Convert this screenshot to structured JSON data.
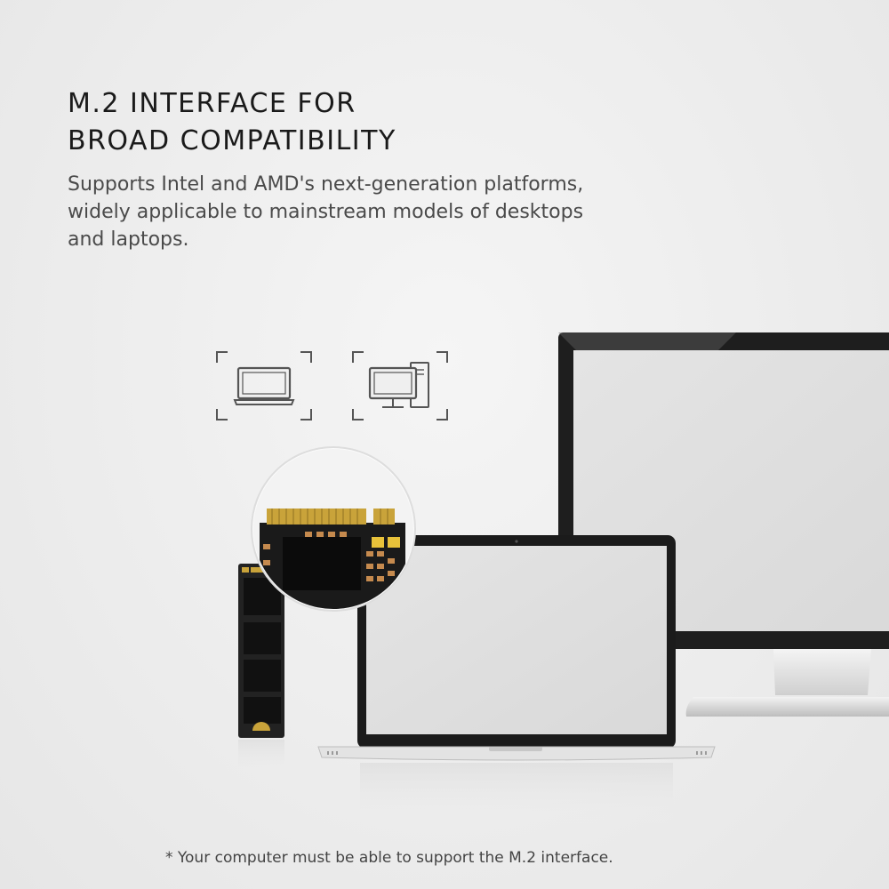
{
  "headline": {
    "line1": "M.2 INTERFACE FOR",
    "line2": "BROAD COMPATIBILITY"
  },
  "description": {
    "line1": "Supports Intel and AMD's next-generation platforms,",
    "line2": "widely applicable to mainstream models of desktops",
    "line3": "and laptops."
  },
  "footnote": "*  Your computer must be able to support the M.2 interface.",
  "icons": [
    "laptop-icon",
    "desktop-computer-icon"
  ],
  "colors": {
    "background": "#efefef",
    "heading": "#1a1a1a",
    "body": "#4a4a4a",
    "pcb": "#1c1c1c",
    "gold": "#c9a33a"
  }
}
